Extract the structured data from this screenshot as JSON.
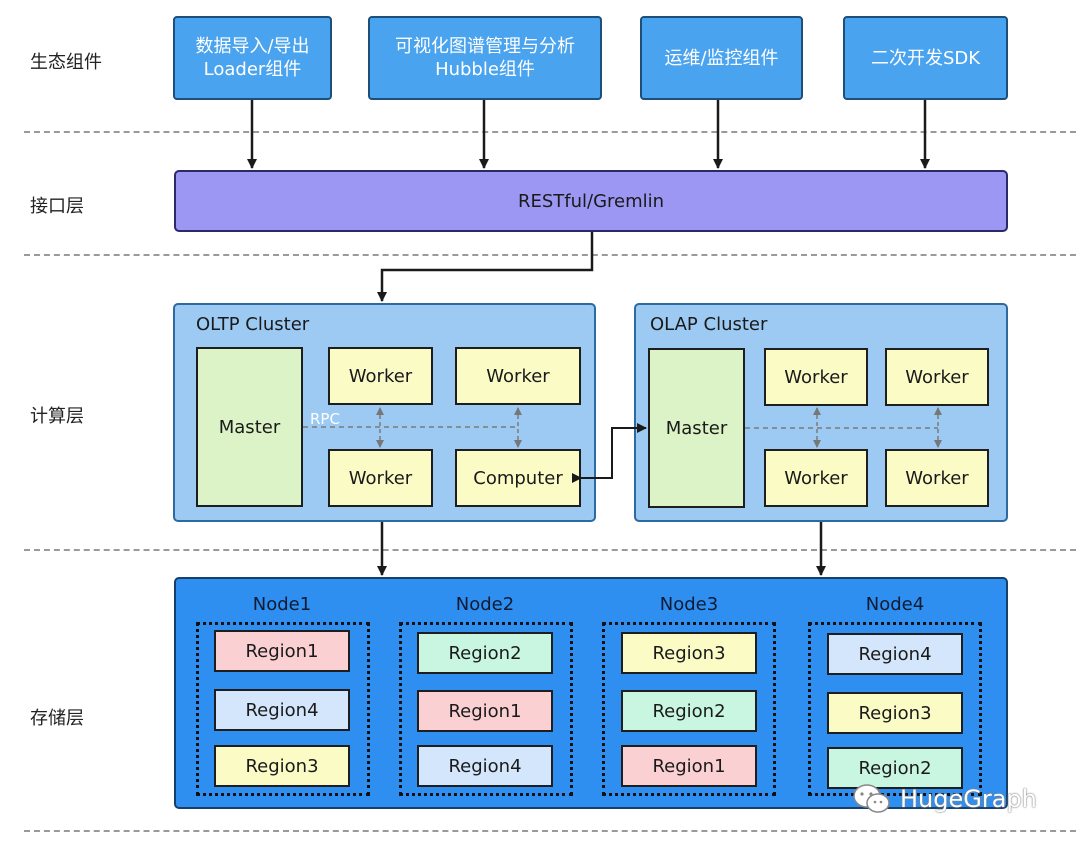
{
  "layers": {
    "ecosystem": "生态组件",
    "interface": "接口层",
    "compute": "计算层",
    "storage": "存储层"
  },
  "ecosystem_components": [
    {
      "line1": "数据导入/导出",
      "line2": "Loader组件"
    },
    {
      "line1": "可视化图谱管理与分析",
      "line2": "Hubble组件"
    },
    {
      "line1": "运维/监控组件",
      "line2": ""
    },
    {
      "line1": "二次开发SDK",
      "line2": ""
    }
  ],
  "interface_label": "RESTful/Gremlin",
  "oltp": {
    "title": "OLTP Cluster",
    "master": "Master",
    "rpc_label": "RPC",
    "workers": [
      "Worker",
      "Worker",
      "Worker",
      "Computer"
    ]
  },
  "olap": {
    "title": "OLAP Cluster",
    "master": "Master",
    "workers": [
      "Worker",
      "Worker",
      "Worker",
      "Worker"
    ]
  },
  "nodes": [
    {
      "name": "Node1",
      "regions": [
        {
          "label": "Region1",
          "color": "#fbd0d2"
        },
        {
          "label": "Region4",
          "color": "#d3e6fb"
        },
        {
          "label": "Region3",
          "color": "#fbfbc6"
        }
      ]
    },
    {
      "name": "Node2",
      "regions": [
        {
          "label": "Region2",
          "color": "#c9f6e1"
        },
        {
          "label": "Region1",
          "color": "#fbd0d2"
        },
        {
          "label": "Region4",
          "color": "#d3e6fb"
        }
      ]
    },
    {
      "name": "Node3",
      "regions": [
        {
          "label": "Region3",
          "color": "#fbfbc6"
        },
        {
          "label": "Region2",
          "color": "#c9f6e1"
        },
        {
          "label": "Region1",
          "color": "#fbd0d2"
        }
      ]
    },
    {
      "name": "Node4",
      "regions": [
        {
          "label": "Region4",
          "color": "#d3e6fb"
        },
        {
          "label": "Region3",
          "color": "#fbfbc6"
        },
        {
          "label": "Region2",
          "color": "#c9f6e1"
        }
      ]
    }
  ],
  "watermark": {
    "icon": "wechat-icon",
    "text": "HugeGraph"
  }
}
